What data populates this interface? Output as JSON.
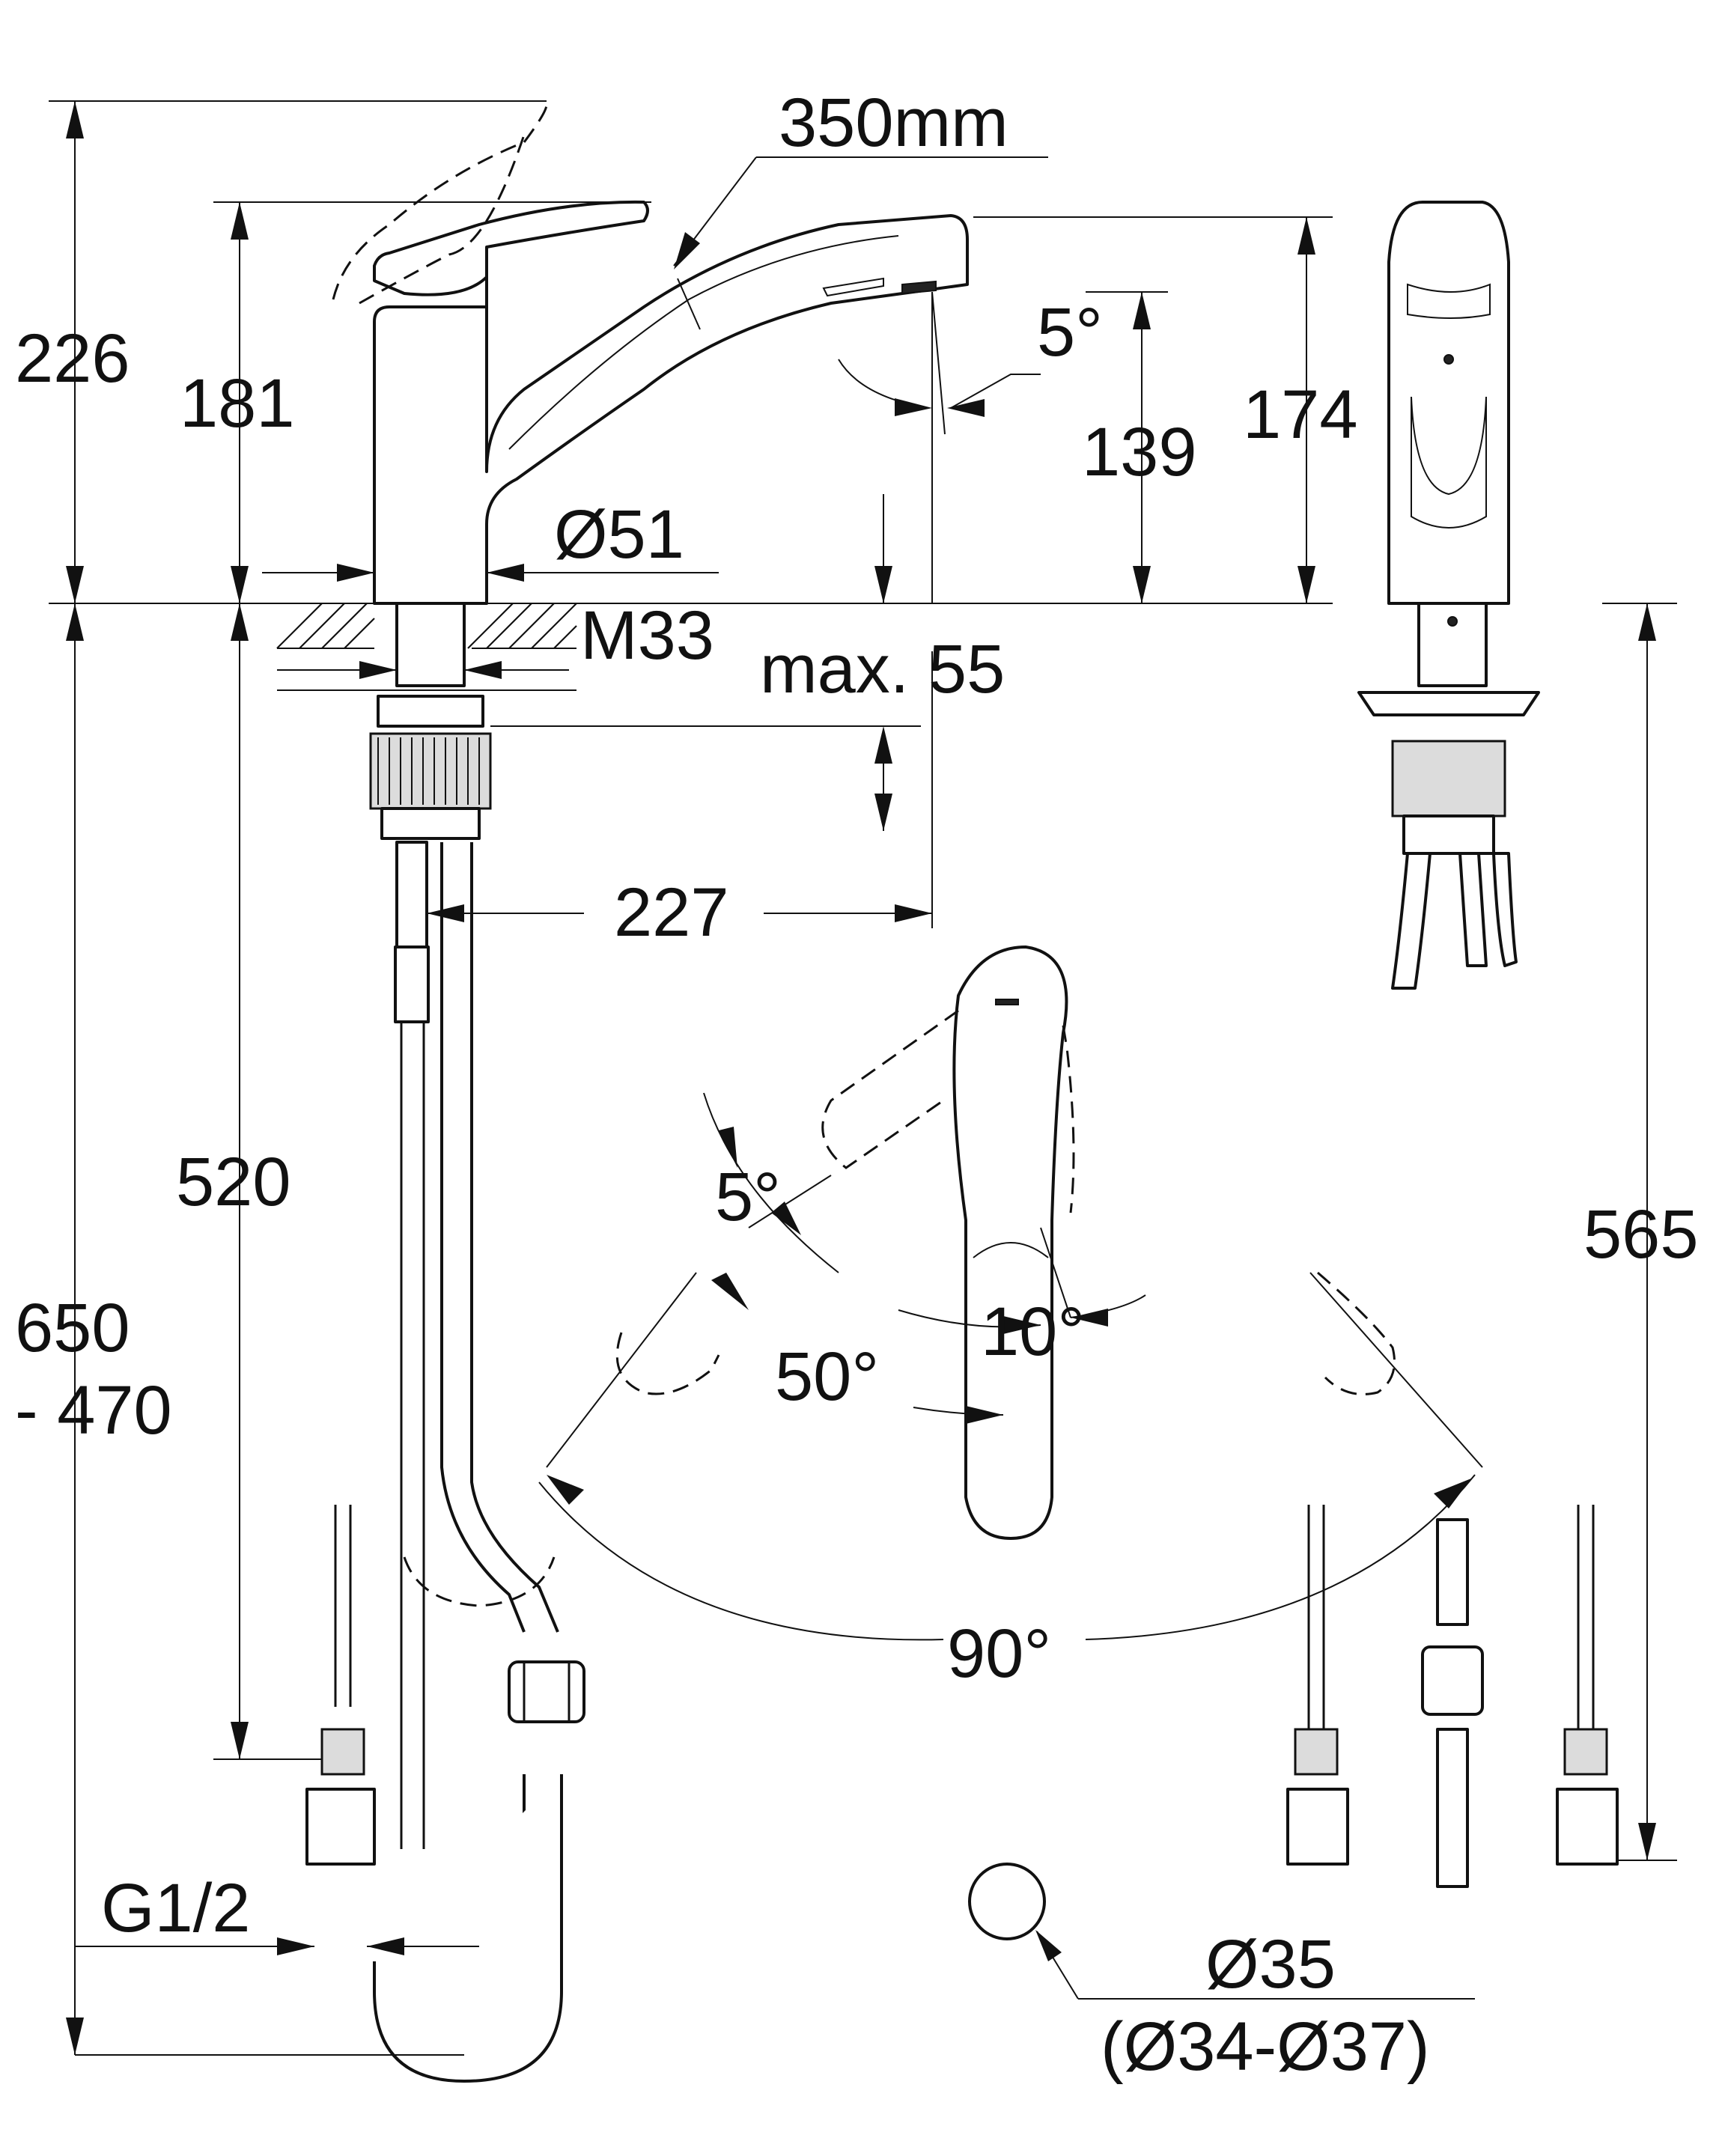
{
  "labels": {
    "spout_reach": "350mm",
    "total_height": "226",
    "lever_height": "181",
    "spout_angle": "5°",
    "outlet_height": "139",
    "side_height": "174",
    "body_diameter": "Ø51",
    "thread": "M33",
    "max_deck": "max. 55",
    "projection": "227",
    "hose_height": "520",
    "overall_a": "650",
    "overall_b": "- 470",
    "side_total": "565",
    "rot_small": "5°",
    "rot_ten": "10°",
    "rot_fifty": "50°",
    "rot_ninety": "90°",
    "conn": "G1/2",
    "hole_diameter": "Ø35",
    "hole_range": "(Ø34-Ø37)"
  }
}
